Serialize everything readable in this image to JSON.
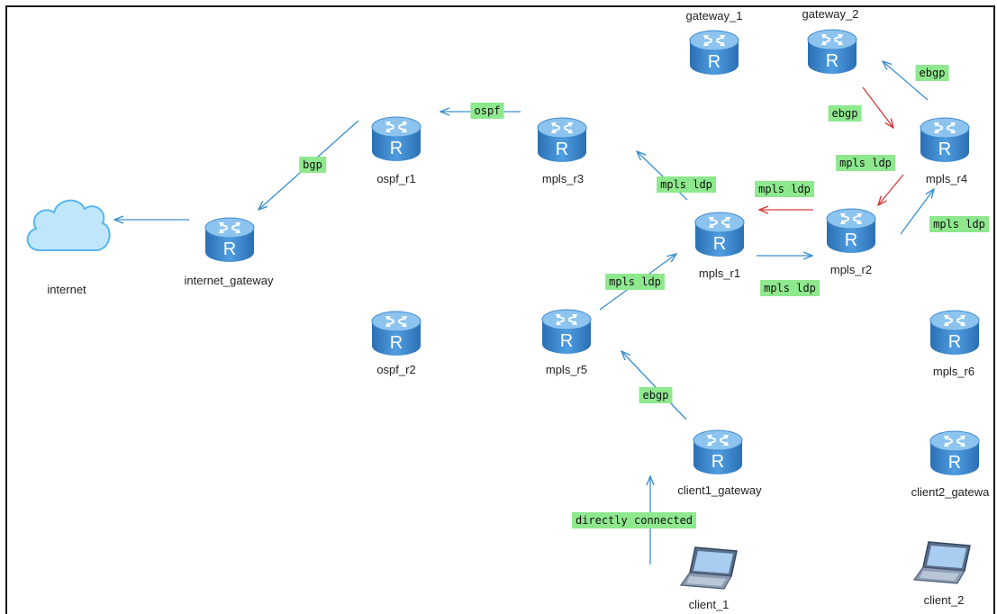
{
  "nodes": {
    "internet": {
      "label": "internet"
    },
    "internet_gateway": {
      "label": "internet_gateway"
    },
    "ospf_r1": {
      "label": "ospf_r1"
    },
    "ospf_r2": {
      "label": "ospf_r2"
    },
    "mpls_r3": {
      "label": "mpls_r3"
    },
    "mpls_r1": {
      "label": "mpls_r1"
    },
    "mpls_r2": {
      "label": "mpls_r2"
    },
    "mpls_r4": {
      "label": "mpls_r4"
    },
    "mpls_r5": {
      "label": "mpls_r5"
    },
    "mpls_r6": {
      "label": "mpls_r6"
    },
    "gateway_1": {
      "label": "gateway_1"
    },
    "gateway_2": {
      "label": "gateway_2"
    },
    "client1_gateway": {
      "label": "client1_gateway"
    },
    "client2_gateway": {
      "label": "client2_gatewa"
    },
    "client_1": {
      "label": "client_1"
    },
    "client_2": {
      "label": "client_2"
    }
  },
  "router_glyph": "R",
  "edge_labels": {
    "ospf": "ospf",
    "bgp": "bgp",
    "mpls_ldp_r3": "mpls ldp",
    "mpls_ldp_r2_r1": "mpls ldp",
    "mpls_ldp_r1_r2": "mpls ldp",
    "mpls_ldp_r4_r2": "mpls ldp",
    "mpls_ldp_r2_r4": "mpls ldp",
    "mpls_ldp_r5": "mpls ldp",
    "ebgp_r4_gw2": "ebgp",
    "ebgp_gw2_r4": "ebgp",
    "ebgp_client": "ebgp",
    "directly_connected": "directly connected"
  },
  "colors": {
    "link": "#3a8fd0",
    "link_alt": "#d83a3a",
    "tag_bg": "#8ee88e"
  }
}
